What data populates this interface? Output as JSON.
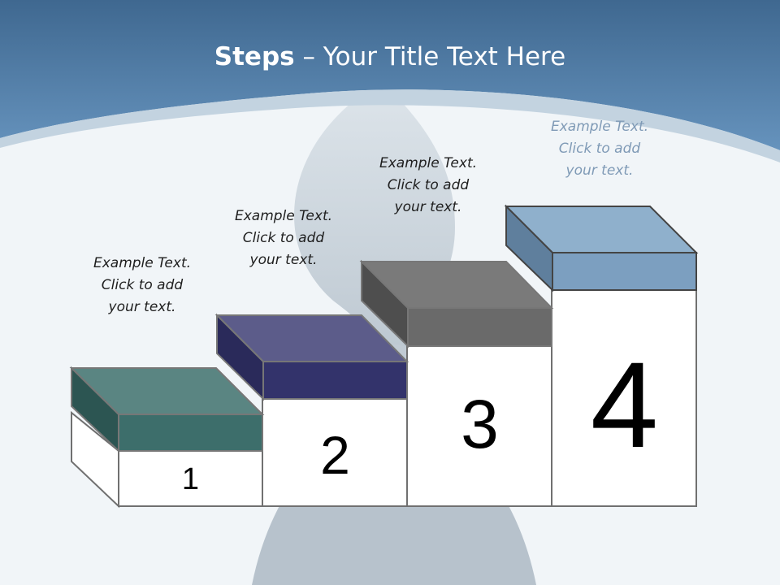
{
  "slide": {
    "title_bold": "Steps",
    "title_rest": " – Your Title Text Here"
  },
  "steps": [
    {
      "number": "1",
      "text_line1": "Example Text.",
      "text_line2": "Click  to add",
      "text_line3": "your text.",
      "color": "#3d6e6b"
    },
    {
      "number": "2",
      "text_line1": "Example Text.",
      "text_line2": "Click  to add",
      "text_line3": "your text.",
      "color": "#3f3f77"
    },
    {
      "number": "3",
      "text_line1": "Example Text.",
      "text_line2": "Click  to add",
      "text_line3": "your text.",
      "color": "#6f6f6f"
    },
    {
      "number": "4",
      "text_line1": "Example Text.",
      "text_line2": "Click  to add",
      "text_line3": "your text.",
      "color": "#7f9fc1"
    }
  ],
  "colors": {
    "header": "#4b7aa4",
    "background": "#f1f5f8"
  }
}
